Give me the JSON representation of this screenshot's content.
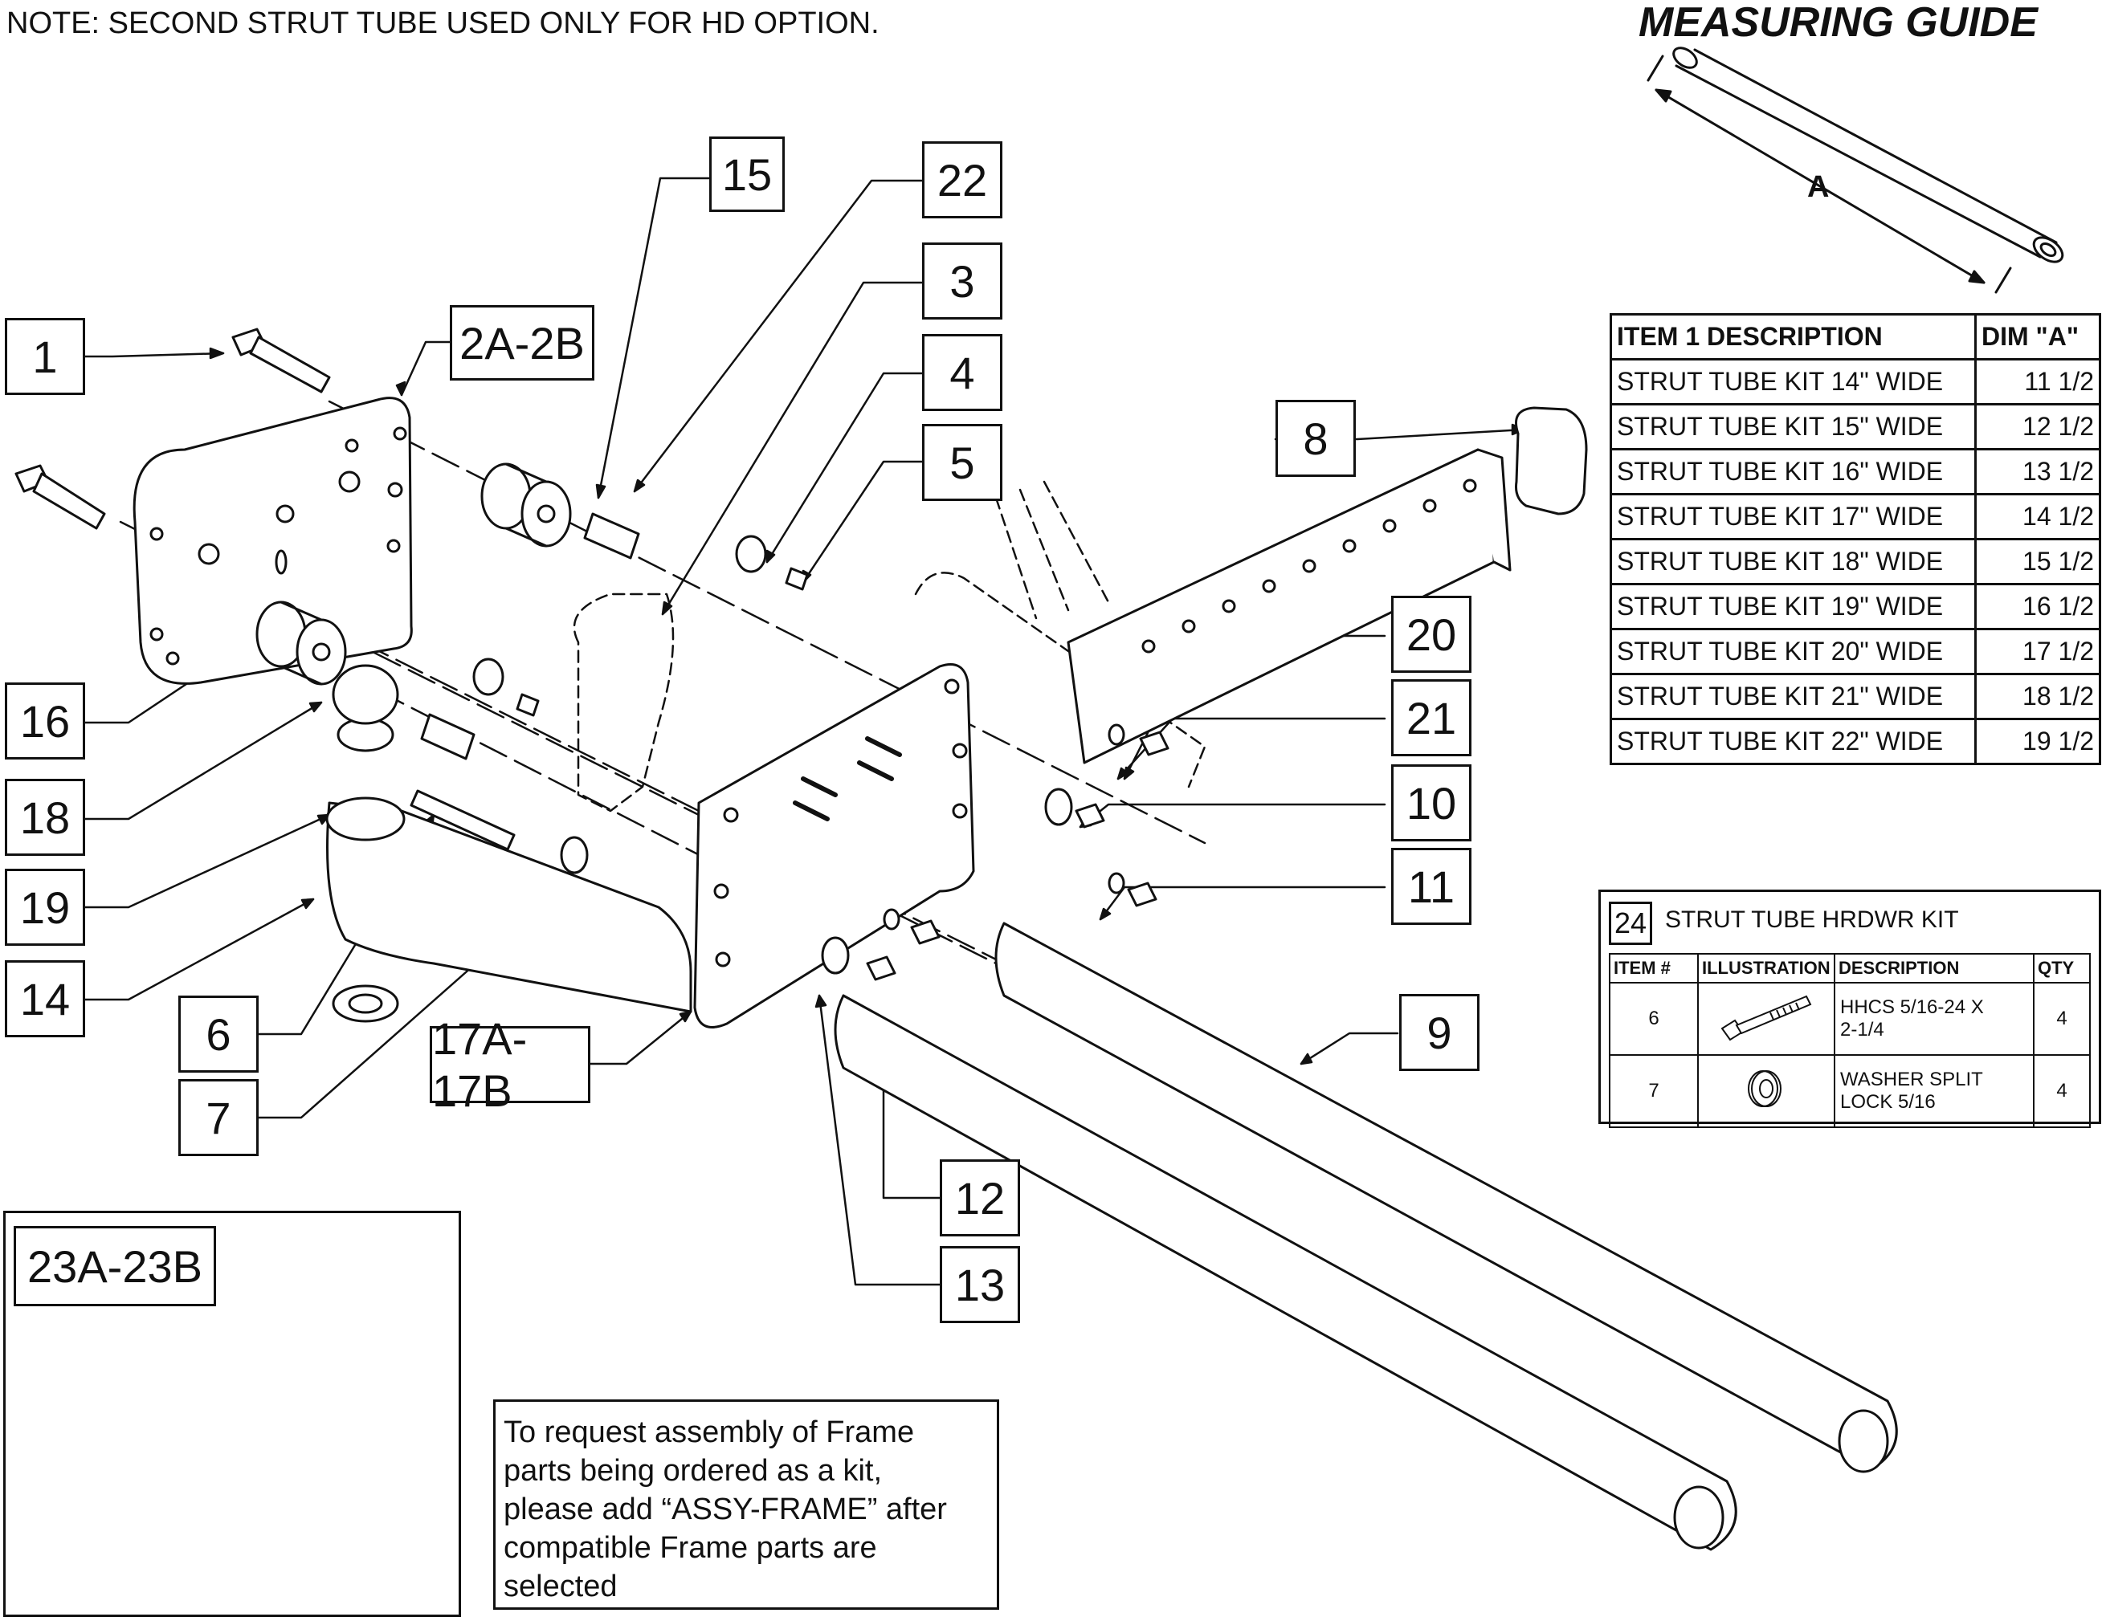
{
  "note": "NOTE: SECOND STRUT TUBE USED ONLY FOR HD OPTION.",
  "measuring_guide": {
    "title": "MEASURING GUIDE",
    "dim_label": "A"
  },
  "callouts": {
    "c1": "1",
    "c2": "2A-2B",
    "c3": "3",
    "c4": "4",
    "c5": "5",
    "c6": "6",
    "c7": "7",
    "c8": "8",
    "c9": "9",
    "c10": "10",
    "c11": "11",
    "c12": "12",
    "c13": "13",
    "c14": "14",
    "c15": "15",
    "c16": "16",
    "c17": "17A-17B",
    "c18": "18",
    "c19": "19",
    "c20": "20",
    "c21": "21",
    "c22": "22"
  },
  "dim_table": {
    "headers": [
      "ITEM 1 DESCRIPTION",
      "DIM \"A\""
    ],
    "rows": [
      [
        "STRUT TUBE KIT 14\" WIDE",
        "11 1/2"
      ],
      [
        "STRUT TUBE KIT 15\" WIDE",
        "12 1/2"
      ],
      [
        "STRUT TUBE KIT 16\" WIDE",
        "13 1/2"
      ],
      [
        "STRUT TUBE KIT 17\" WIDE",
        "14 1/2"
      ],
      [
        "STRUT TUBE KIT 18\" WIDE",
        "15 1/2"
      ],
      [
        "STRUT TUBE KIT 19\" WIDE",
        "16 1/2"
      ],
      [
        "STRUT TUBE KIT 20\" WIDE",
        "17 1/2"
      ],
      [
        "STRUT TUBE KIT 21\" WIDE",
        "18 1/2"
      ],
      [
        "STRUT TUBE KIT 22\" WIDE",
        "19 1/2"
      ]
    ]
  },
  "hardware_kit": {
    "number": "24",
    "title": "STRUT TUBE HRDWR KIT",
    "headers": [
      "ITEM #",
      "ILLUSTRATION",
      "DESCRIPTION",
      "QTY"
    ],
    "rows": [
      {
        "item": "6",
        "desc_line1": "HHCS 5/16-24 X",
        "desc_line2": "2-1/4",
        "qty": "4",
        "icon": "bolt-icon"
      },
      {
        "item": "7",
        "desc_line1": "WASHER SPLIT",
        "desc_line2": "LOCK 5/16",
        "qty": "4",
        "icon": "washer-icon"
      }
    ]
  },
  "assembly": {
    "label": "23A-23B"
  },
  "request_note": {
    "lines": [
      "To request assembly of Frame",
      "parts being ordered as a kit,",
      "please add “ASSY-FRAME” after",
      "compatible Frame parts are",
      "selected"
    ]
  },
  "colors": {
    "line": "#111111",
    "assembly_fill": "#6b6b6b"
  }
}
